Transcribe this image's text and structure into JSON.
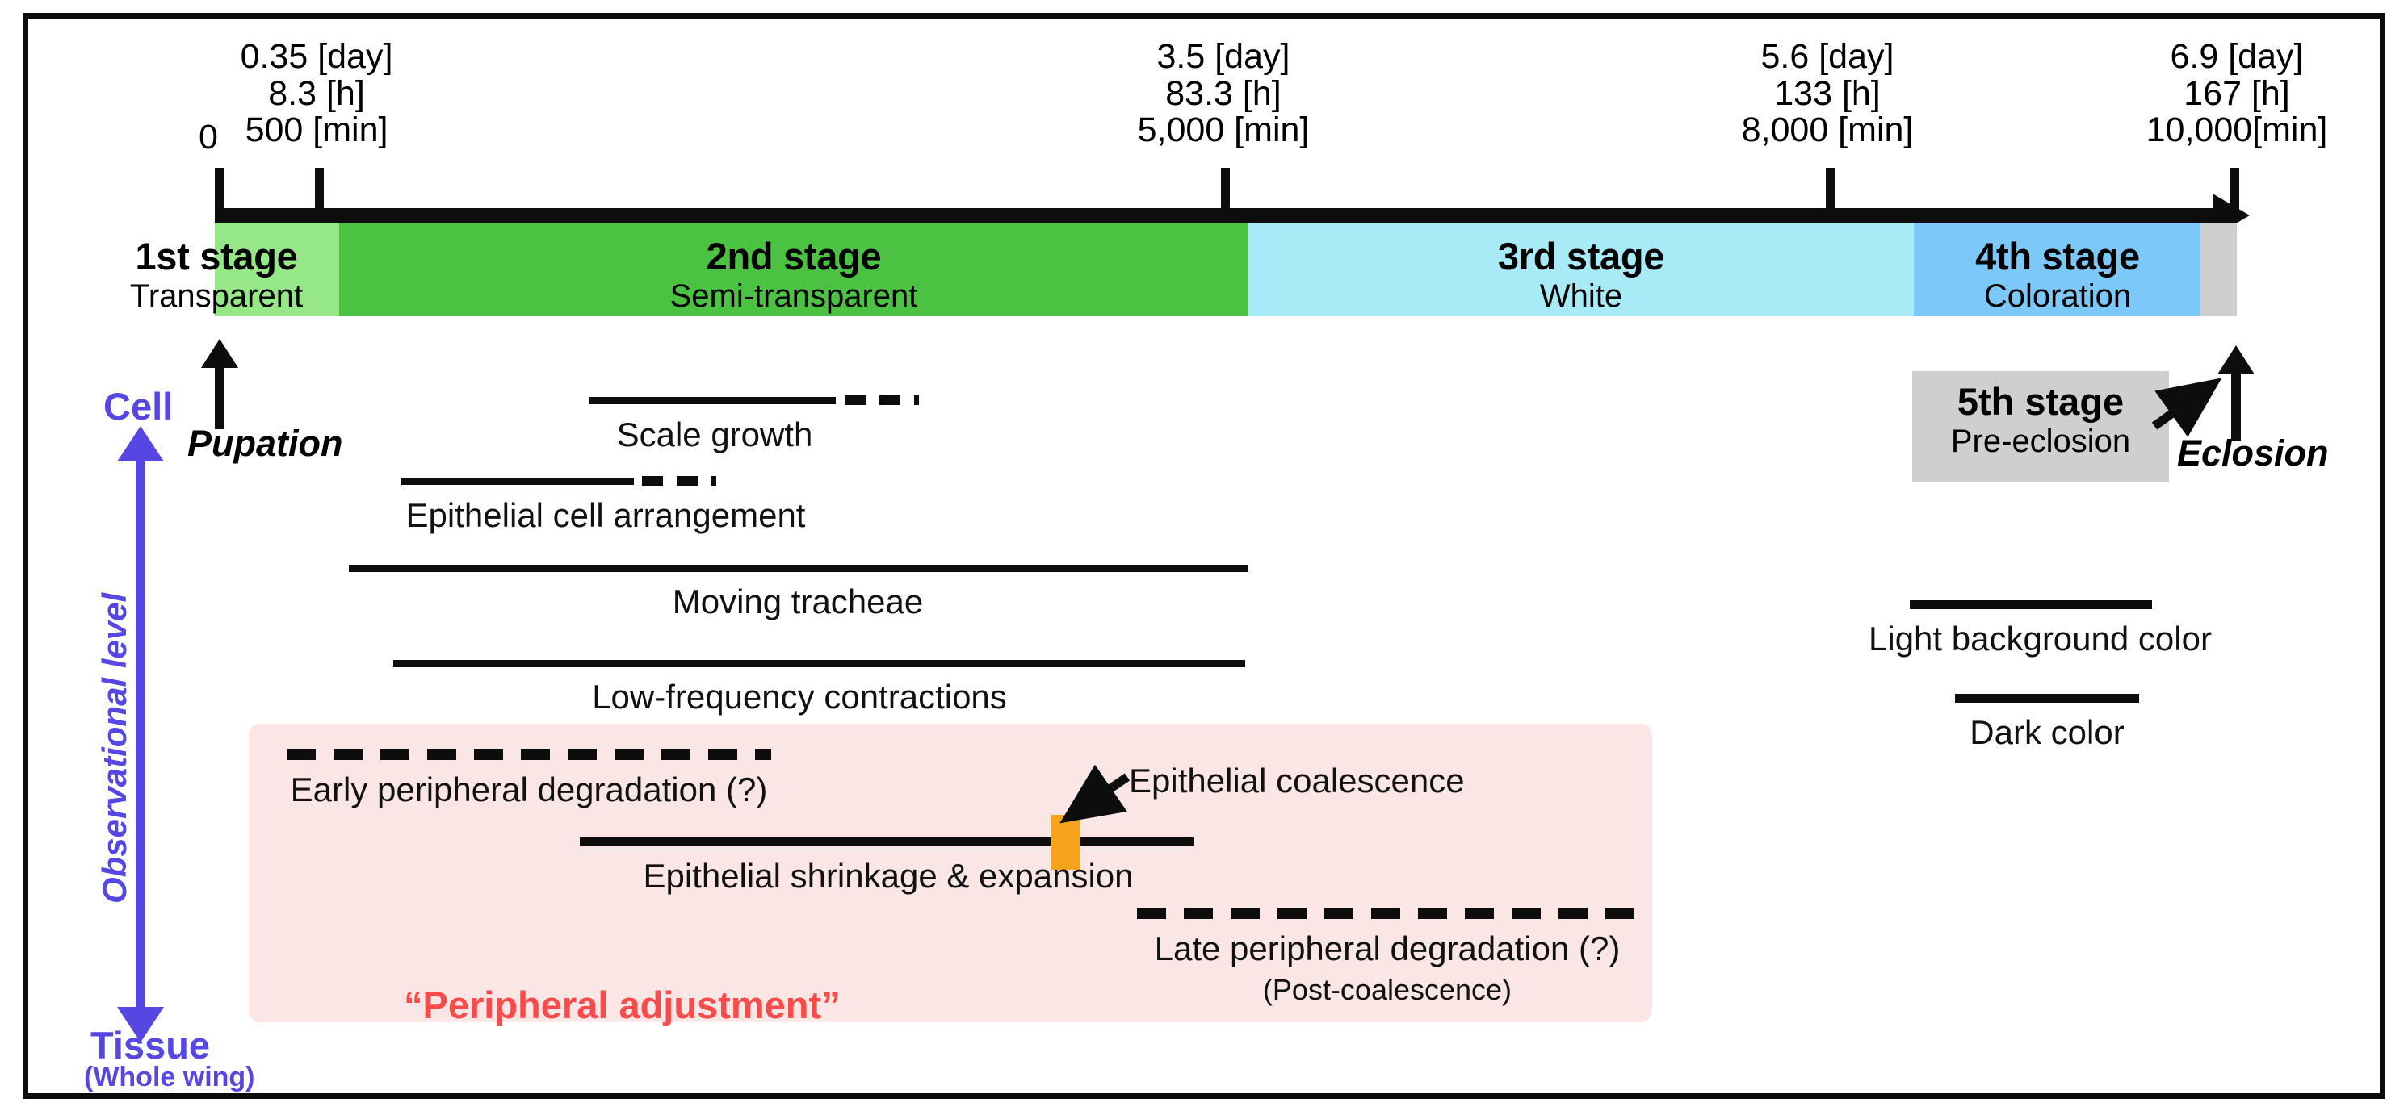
{
  "axis": {
    "zero_label": "0",
    "ticks": [
      {
        "day": "0.35 [day]",
        "hour": "8.3 [h]",
        "min": "500 [min]"
      },
      {
        "day": "3.5 [day]",
        "hour": "83.3 [h]",
        "min": "5,000 [min]"
      },
      {
        "day": "5.6 [day]",
        "hour": "133 [h]",
        "min": "8,000 [min]"
      },
      {
        "day": "6.9 [day]",
        "hour": "167 [h]",
        "min": "10,000[min]"
      }
    ]
  },
  "stages": [
    {
      "title": "1st stage",
      "subtitle": "Transparent",
      "color": "#96e787"
    },
    {
      "title": "2nd stage",
      "subtitle": "Semi-transparent",
      "color": "#4cc243"
    },
    {
      "title": "3rd stage",
      "subtitle": "White",
      "color": "#a9eaf7"
    },
    {
      "title": "4th stage",
      "subtitle": "Coloration",
      "color": "#7cc8f8"
    },
    {
      "title": "5th stage",
      "subtitle": "Pre-eclosion",
      "color": "#cfcfcf"
    }
  ],
  "vertical_axis": {
    "top_label": "Cell",
    "bottom_label": "Tissue",
    "bottom_sublabel": "(Whole wing)",
    "axis_title": "Observational level",
    "color": "#5647e2"
  },
  "events": [
    {
      "label": "Scale growth"
    },
    {
      "label": "Epithelial cell arrangement"
    },
    {
      "label": "Moving tracheae"
    },
    {
      "label": "Low-frequency contractions"
    },
    {
      "label": "Early peripheral degradation (?)"
    },
    {
      "label": "Epithelial shrinkage & expansion"
    },
    {
      "label": "Late peripheral degradation (?)",
      "sublabel": "(Post-coalescence)"
    }
  ],
  "annotations": {
    "pupation": "Pupation",
    "eclosion": "Eclosion",
    "coalescence": "Epithelial coalescence",
    "peripheral_adjustment": "“Peripheral adjustment”",
    "peripheral_adjustment_color": "#fa4b4b"
  },
  "legend": [
    {
      "label": "Light background color"
    },
    {
      "label": "Dark color"
    }
  ]
}
